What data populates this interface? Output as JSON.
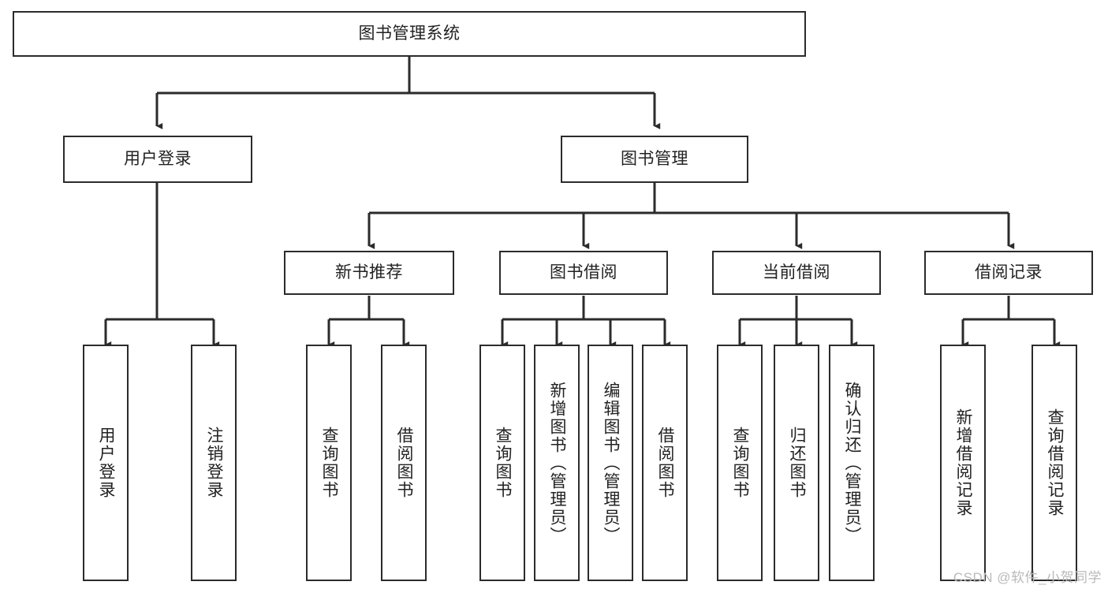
{
  "diagram": {
    "type": "tree-hierarchy",
    "title": "图书管理系统",
    "orientation": "top-down",
    "colors": {
      "stroke": "#2b2b2b",
      "fill": "#ffffff",
      "text": "#222222",
      "watermark": "#b9b9b9"
    },
    "root": {
      "label": "图书管理系统"
    },
    "level2": [
      {
        "label": "用户登录"
      },
      {
        "label": "图书管理"
      }
    ],
    "level3": [
      {
        "label": "新书推荐"
      },
      {
        "label": "图书借阅"
      },
      {
        "label": "当前借阅"
      },
      {
        "label": "借阅记录"
      }
    ],
    "leaves": {
      "user_login": [
        {
          "label": "用户登录"
        },
        {
          "label": "注销登录"
        }
      ],
      "new_book_recommend": [
        {
          "label": "查询图书"
        },
        {
          "label": "借阅图书"
        }
      ],
      "book_borrow": [
        {
          "label": "查询图书"
        },
        {
          "label": "新增图书（管理员）"
        },
        {
          "label": "编辑图书（管理员）"
        },
        {
          "label": "借阅图书"
        }
      ],
      "current_borrow": [
        {
          "label": "查询图书"
        },
        {
          "label": "归还图书"
        },
        {
          "label": "确认归还（管理员）"
        }
      ],
      "borrow_record": [
        {
          "label": "新增借阅记录"
        },
        {
          "label": "查询借阅记录"
        }
      ]
    }
  },
  "watermark": {
    "text": "CSDN @软件_小贺同学"
  }
}
